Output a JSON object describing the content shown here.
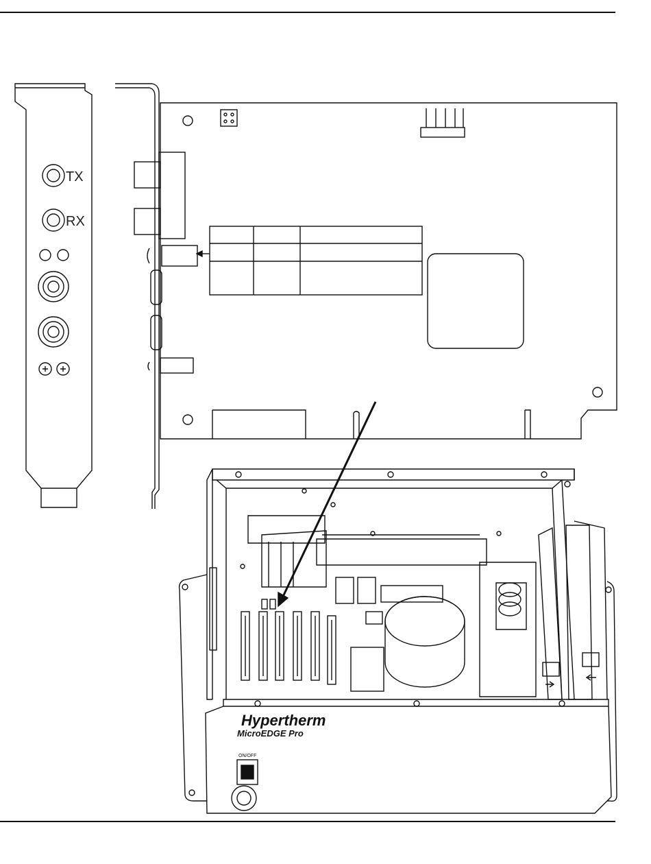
{
  "bracket": {
    "tx_label": "TX",
    "rx_label": "RX"
  },
  "callout_table": {
    "rows": [
      [
        "",
        "",
        ""
      ],
      [
        "",
        "",
        ""
      ],
      [
        "",
        "",
        ""
      ]
    ]
  },
  "enclosure": {
    "brand": "Hypertherm",
    "model": "MicroEDGE Pro",
    "switch_label": "ON/OFF"
  },
  "colors": {
    "line": "#111111",
    "background": "#ffffff"
  }
}
